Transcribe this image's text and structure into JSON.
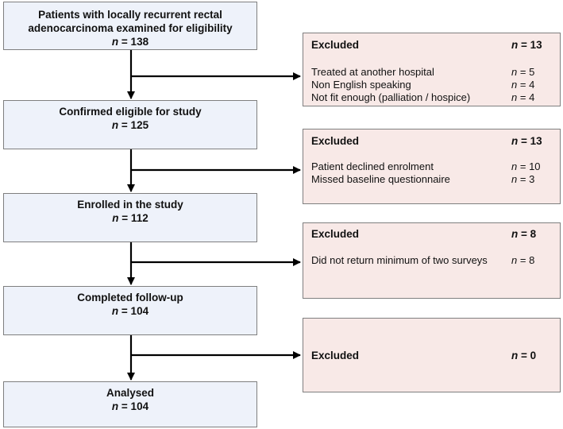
{
  "stages": [
    {
      "title_lines": [
        "Patients with locally recurrent rectal",
        "adenocarcinoma examined for eligibility"
      ],
      "n_label": "n",
      "n_value": "= 138"
    },
    {
      "title_lines": [
        "Confirmed eligible for study"
      ],
      "n_label": "n",
      "n_value": "= 125"
    },
    {
      "title_lines": [
        "Enrolled in the study"
      ],
      "n_label": "n",
      "n_value": "= 112"
    },
    {
      "title_lines": [
        "Completed follow-up"
      ],
      "n_label": "n",
      "n_value": "= 104"
    },
    {
      "title_lines": [
        "Analysed"
      ],
      "n_label": "n",
      "n_value": "= 104"
    }
  ],
  "exclusions": [
    {
      "heading": "Excluded",
      "n_label": "n",
      "n_value": "= 13",
      "reasons": [
        {
          "text": "Treated at another hospital",
          "n_label": "n",
          "n_value": "= 5"
        },
        {
          "text": "Non English speaking",
          "n_label": "n",
          "n_value": "= 4"
        },
        {
          "text": "Not fit enough (palliation / hospice)",
          "n_label": "n",
          "n_value": "= 4"
        }
      ]
    },
    {
      "heading": "Excluded",
      "n_label": "n",
      "n_value": "= 13",
      "reasons": [
        {
          "text": "Patient declined enrolment",
          "n_label": "n",
          "n_value": "= 10"
        },
        {
          "text": "Missed baseline questionnaire",
          "n_label": "n",
          "n_value": "= 3"
        }
      ]
    },
    {
      "heading": "Excluded",
      "n_label": "n",
      "n_value": "= 8",
      "reasons": [
        {
          "text": "Did not return minimum of two surveys",
          "n_label": "n",
          "n_value": "= 8"
        }
      ]
    },
    {
      "heading": "Excluded",
      "n_label": "n",
      "n_value": "= 0",
      "reasons": []
    }
  ],
  "colors": {
    "stage_fill": "#eef2fa",
    "exclusion_fill": "#f8e9e7",
    "border": "#7f7f7f",
    "arrow": "#000000"
  }
}
